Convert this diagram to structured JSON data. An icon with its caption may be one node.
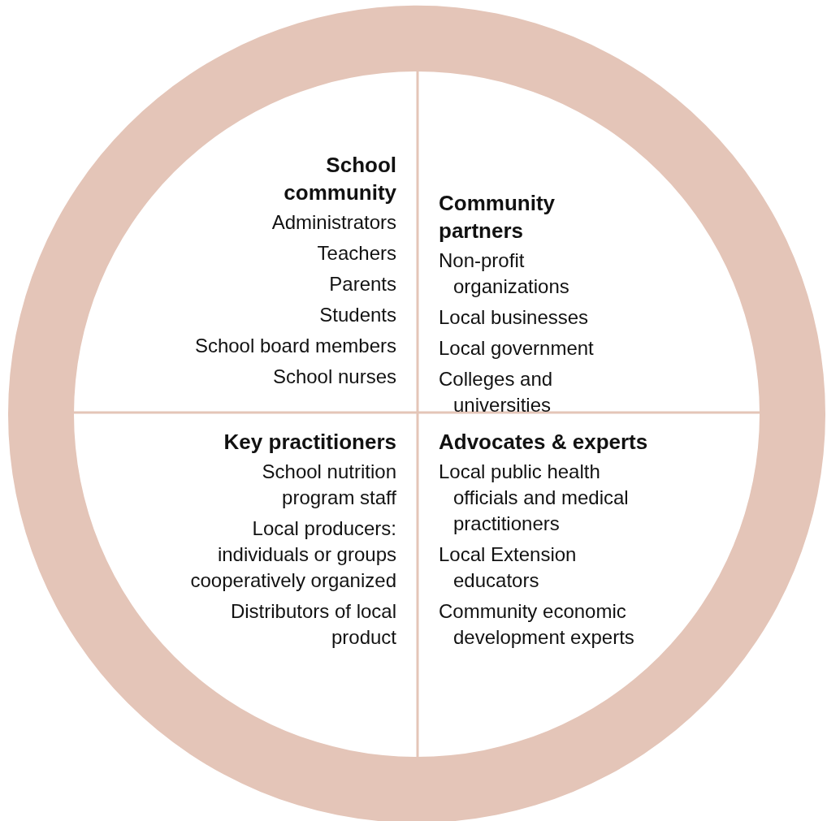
{
  "diagram": {
    "nodes": [
      {
        "text": [
          "School community",
          "Administrators",
          "Teachers",
          "Parents",
          "Students",
          "School board members",
          "School nurses"
        ]
      },
      {
        "text": [
          "Community partners",
          "Non-profit organizations",
          "Local businesses",
          "Local government",
          "Colleges and universities"
        ]
      },
      {
        "text": [
          "Key practitioners",
          "School nutrition program staff",
          "Local producers: individuals or groups cooperatively organized",
          "Distributors of local product"
        ]
      },
      {
        "text": [
          "Advocates & experts",
          "Local public health officials and medical practitioners",
          "Local Extension educators",
          "Community economic development experts"
        ]
      }
    ],
    "edges": []
  }
}
